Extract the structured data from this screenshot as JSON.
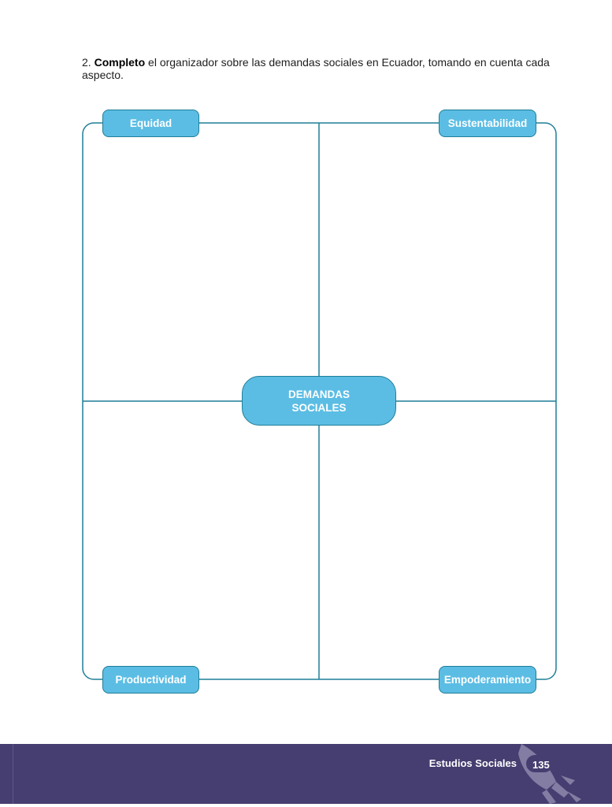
{
  "instruction": {
    "number": "2.",
    "verb": "Completo",
    "text": "el organizador sobre las demandas sociales en Ecuador, tomando en cuenta cada aspecto."
  },
  "organizer": {
    "center_line1": "DEMANDAS",
    "center_line2": "SOCIALES",
    "top_left": "Equidad",
    "top_right": "Sustentabilidad",
    "bottom_left": "Productividad",
    "bottom_right": "Empoderamiento"
  },
  "footer": {
    "subject": "Estudios Sociales",
    "page": "135",
    "icon": "rocket-icon"
  },
  "colors": {
    "box_fill": "#5bbde4",
    "line": "#1f7e97",
    "footer_bg": "#463e70"
  }
}
